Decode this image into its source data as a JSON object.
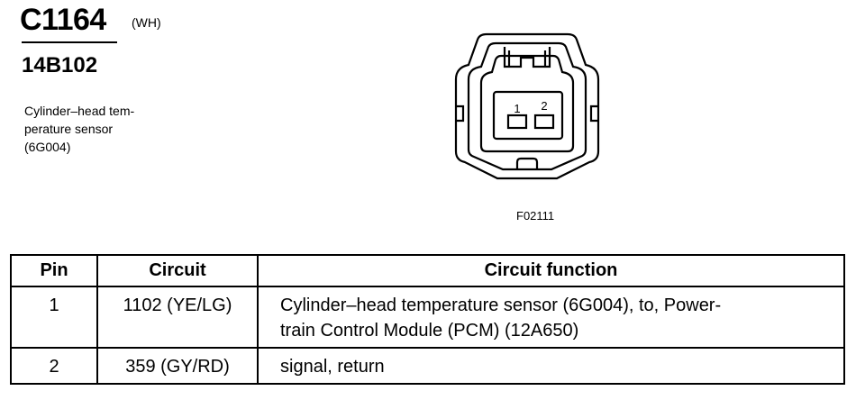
{
  "header": {
    "connector_id": "C1164",
    "color_code": "(WH)",
    "part_number": "14B102",
    "description_lines": [
      "Cylinder–head tem-",
      "perature sensor",
      "(6G004)"
    ]
  },
  "diagram": {
    "pin_labels": [
      "1",
      "2"
    ],
    "figure_ref": "F02111"
  },
  "table": {
    "headers": [
      "Pin",
      "Circuit",
      "Circuit function"
    ],
    "rows": [
      {
        "pin": "1",
        "circuit": "1102 (YE/LG)",
        "function_lines": [
          "Cylinder–head temperature sensor (6G004), to, Power-",
          "train Control Module (PCM) (12A650)"
        ]
      },
      {
        "pin": "2",
        "circuit": "359 (GY/RD)",
        "function_lines": [
          "signal, return"
        ]
      }
    ]
  }
}
